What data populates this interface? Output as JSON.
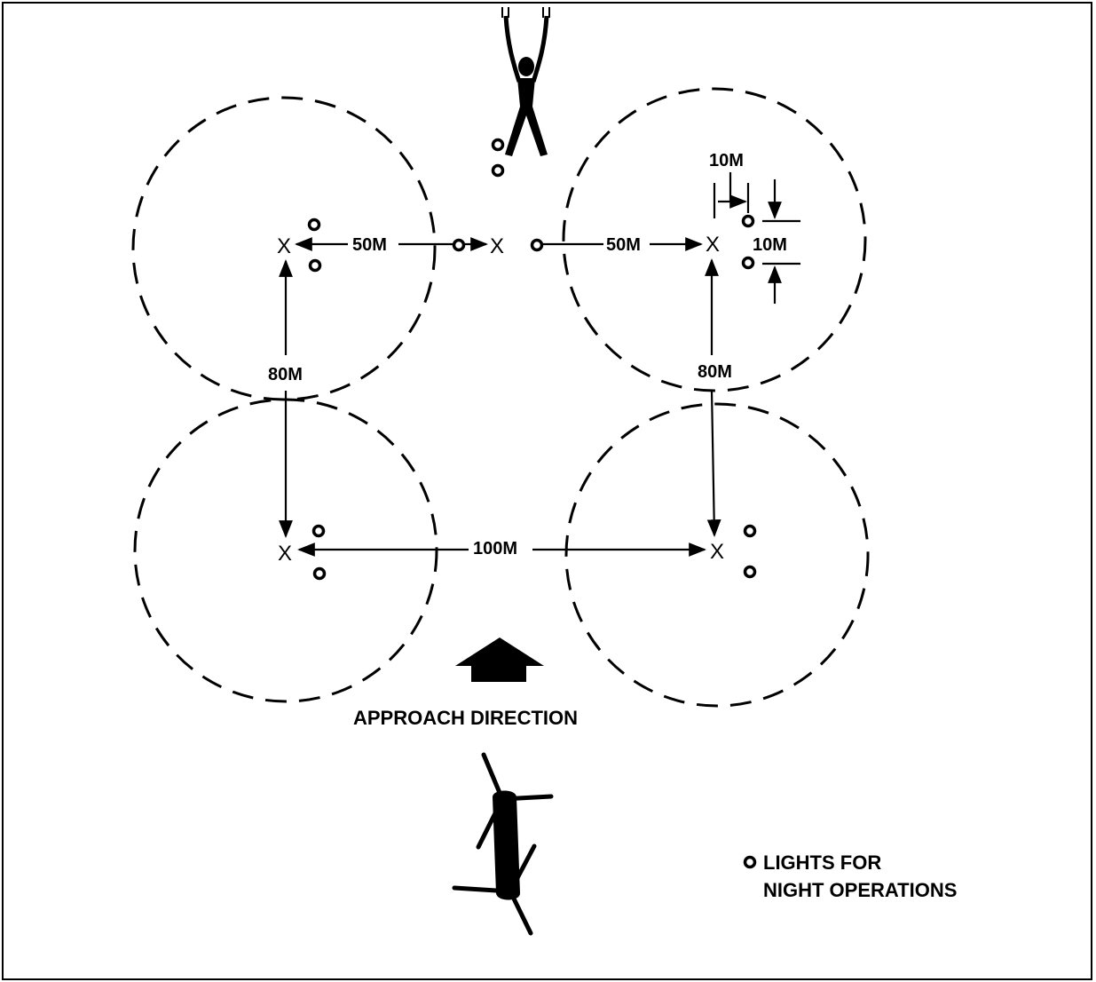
{
  "distances": {
    "top_left": "50M",
    "top_right": "50M",
    "left_vertical": "80M",
    "right_vertical": "80M",
    "bottom": "100M",
    "light_spacing_horizontal": "10M",
    "light_spacing_vertical": "10M"
  },
  "markers": {
    "touchdown_point": "X"
  },
  "approach": {
    "label": "APPROACH DIRECTION"
  },
  "legend": {
    "line1": "LIGHTS FOR",
    "line2": "NIGHT OPERATIONS"
  }
}
